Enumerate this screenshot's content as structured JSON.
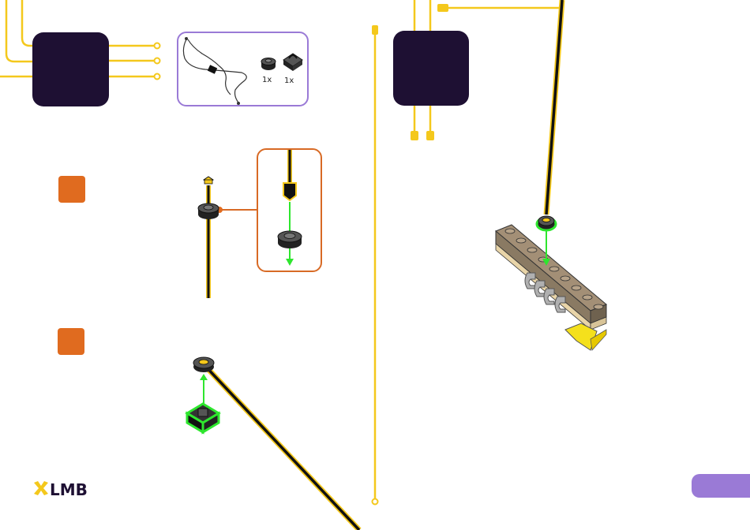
{
  "parts": {
    "count_left": "1x",
    "count_right": "1x"
  },
  "brand": {
    "name": "LMB",
    "accent_color": "#f4c81c",
    "step_box_color": "#1e1033",
    "step_chip_color": "#e06b1f",
    "border_color": "#9a7ad6"
  },
  "icons": [
    "cable-assembly-icon",
    "round-brick-icon",
    "clip-icon",
    "lmb-logo-icon"
  ]
}
